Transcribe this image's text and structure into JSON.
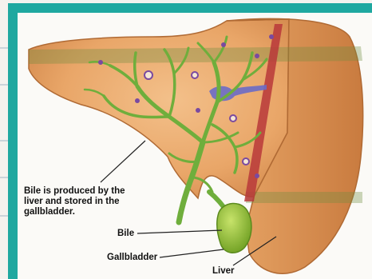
{
  "labels": {
    "caption": "Bile is produced by the liver and stored in the gallbladder.",
    "bile": "Bile",
    "gallbladder": "Gallbladder",
    "liver": "Liver"
  },
  "colors": {
    "frame": "#1fa8a0",
    "liver": "#e8a46a",
    "bile_ducts": "#6fae3c",
    "gallbladder": "#8fc23a",
    "cross_section": "#b8383a"
  }
}
